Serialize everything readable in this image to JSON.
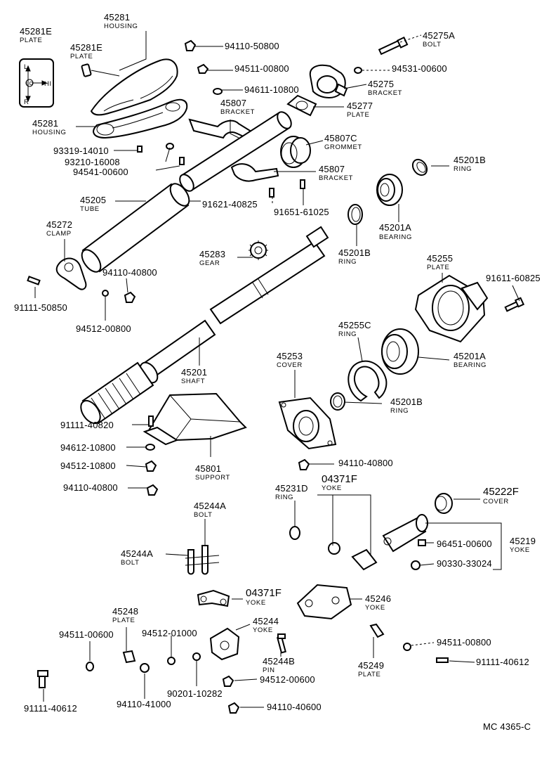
{
  "labels": [
    {
      "num": "45281E",
      "name": "PLATE"
    },
    {
      "num": "45281",
      "name": "HOUSING"
    },
    {
      "num": "45281E",
      "name": "PLATE"
    },
    {
      "num": "45281",
      "name": "HOUSING"
    },
    {
      "num": "94110-50800",
      "name": ""
    },
    {
      "num": "94511-00800",
      "name": ""
    },
    {
      "num": "94611-10800",
      "name": ""
    },
    {
      "num": "45275A",
      "name": "BOLT"
    },
    {
      "num": "94531-00600",
      "name": ""
    },
    {
      "num": "45275",
      "name": "BRACKET"
    },
    {
      "num": "45277",
      "name": "PLATE"
    },
    {
      "num": "45807",
      "name": "BRACKET"
    },
    {
      "num": "45807C",
      "name": "GROMMET"
    },
    {
      "num": "93319-14010",
      "name": ""
    },
    {
      "num": "93210-16008",
      "name": ""
    },
    {
      "num": "94541-00600",
      "name": ""
    },
    {
      "num": "45807",
      "name": "BRACKET"
    },
    {
      "num": "45201B",
      "name": "RING"
    },
    {
      "num": "45205",
      "name": "TUBE"
    },
    {
      "num": "91621-40825",
      "name": ""
    },
    {
      "num": "91651-61025",
      "name": ""
    },
    {
      "num": "45272",
      "name": "CLAMP"
    },
    {
      "num": "45201A",
      "name": "BEARING"
    },
    {
      "num": "45283",
      "name": "GEAR"
    },
    {
      "num": "45201B",
      "name": "RING"
    },
    {
      "num": "45255",
      "name": "PLATE"
    },
    {
      "num": "94110-40800",
      "name": ""
    },
    {
      "num": "91611-60825",
      "name": ""
    },
    {
      "num": "91111-50850",
      "name": ""
    },
    {
      "num": "94512-00800",
      "name": ""
    },
    {
      "num": "45255C",
      "name": "RING"
    },
    {
      "num": "45253",
      "name": "COVER"
    },
    {
      "num": "45201A",
      "name": "BEARING"
    },
    {
      "num": "45201",
      "name": "SHAFT"
    },
    {
      "num": "45201B",
      "name": "RING"
    },
    {
      "num": "91111-40820",
      "name": ""
    },
    {
      "num": "94612-10800",
      "name": ""
    },
    {
      "num": "94512-10800",
      "name": ""
    },
    {
      "num": "45801",
      "name": "SUPPORT"
    },
    {
      "num": "94110-40800",
      "name": ""
    },
    {
      "num": "94110-40800",
      "name": ""
    },
    {
      "num": "04371F",
      "name": "YOKE"
    },
    {
      "num": "45231D",
      "name": "RING"
    },
    {
      "num": "45222F",
      "name": "COVER"
    },
    {
      "num": "45244A",
      "name": "BOLT"
    },
    {
      "num": "45219",
      "name": "YOKE"
    },
    {
      "num": "96451-00600",
      "name": ""
    },
    {
      "num": "45244A",
      "name": "BOLT"
    },
    {
      "num": "90330-33024",
      "name": ""
    },
    {
      "num": "04371F",
      "name": "YOKE"
    },
    {
      "num": "45246",
      "name": "YOKE"
    },
    {
      "num": "45248",
      "name": "PLATE"
    },
    {
      "num": "45244",
      "name": "YOKE"
    },
    {
      "num": "94511-00600",
      "name": ""
    },
    {
      "num": "94512-01000",
      "name": ""
    },
    {
      "num": "94511-00800",
      "name": ""
    },
    {
      "num": "45244B",
      "name": "PIN"
    },
    {
      "num": "45249",
      "name": "PLATE"
    },
    {
      "num": "91111-40612",
      "name": ""
    },
    {
      "num": "94512-00600",
      "name": ""
    },
    {
      "num": "90201-10282",
      "name": ""
    },
    {
      "num": "91111-40612",
      "name": ""
    },
    {
      "num": "94110-41000",
      "name": ""
    },
    {
      "num": "94110-40600",
      "name": ""
    }
  ],
  "inset": {
    "up": "L",
    "down": "R",
    "lo": "LO",
    "hi": "HI"
  },
  "diagram_code": "MC  4365-C"
}
